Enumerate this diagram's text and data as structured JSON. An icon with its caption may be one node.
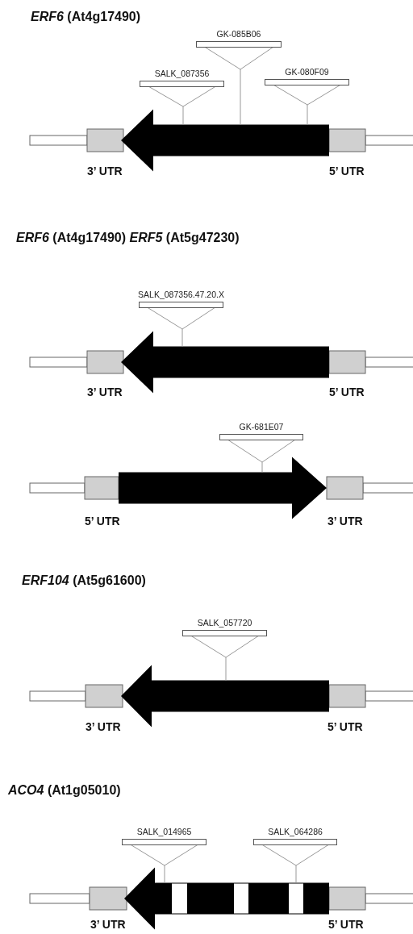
{
  "diagram": {
    "nodes": [
      {
        "text": [
          "GK-085B06"
        ]
      },
      {
        "text": [
          "SALK_087356"
        ]
      },
      {
        "text": [
          "GK-080F09"
        ]
      },
      {
        "text": [],
        "shape": "arrow"
      },
      {
        "text": [
          "SALK_087356.47.20.X"
        ]
      },
      {
        "text": [],
        "shape": "arrow"
      },
      {
        "text": [
          "GK-681E07"
        ]
      },
      {
        "text": [],
        "shape": "arrow"
      },
      {
        "text": [
          "SALK_057720"
        ]
      },
      {
        "text": [],
        "shape": "arrow"
      },
      {
        "text": [
          "SALK_014965"
        ]
      },
      {
        "text": [
          "SALK_064286"
        ]
      },
      {
        "text": [],
        "shape": "arrow"
      }
    ],
    "edges": [
      {
        "from": 0,
        "to": 3,
        "arrow": "none"
      },
      {
        "from": 1,
        "to": 3,
        "arrow": "none"
      },
      {
        "from": 2,
        "to": 3,
        "arrow": "none"
      },
      {
        "from": 4,
        "to": 5,
        "arrow": "none"
      },
      {
        "from": 6,
        "to": 7,
        "arrow": "none"
      },
      {
        "from": 8,
        "to": 9,
        "arrow": "none"
      },
      {
        "from": 10,
        "to": 12,
        "arrow": "none"
      },
      {
        "from": 11,
        "to": 12,
        "arrow": "none"
      }
    ],
    "labels": [
      "*ERF6* (At4g17490)",
      "3’ UTR",
      "5’ UTR",
      "*ERF6* (At4g17490) *ERF5* (At5g47230)",
      "3’ UTR",
      "5’ UTR",
      "5’ UTR",
      "3’ UTR",
      "*ERF104* (At5g61600)",
      "3’ UTR",
      "5’ UTR",
      "*ACO4* (At1g05010)",
      "3’ UTR",
      "5’ UTR"
    ]
  }
}
